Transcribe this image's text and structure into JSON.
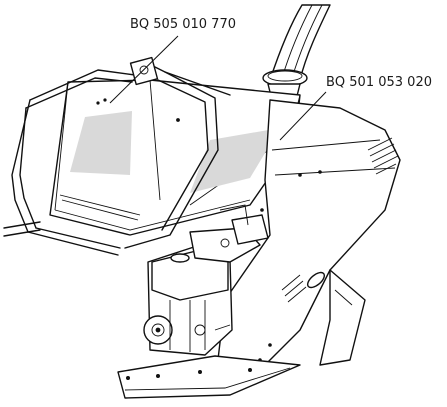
{
  "diagram": {
    "callouts": [
      {
        "id": "label-left",
        "part_number": "BQ 505 010 770"
      },
      {
        "id": "label-right",
        "part_number": "BQ 501 053 020"
      }
    ],
    "colors": {
      "line": "#111111",
      "label_panel": "#d9d9d9",
      "background": "#ffffff"
    }
  }
}
